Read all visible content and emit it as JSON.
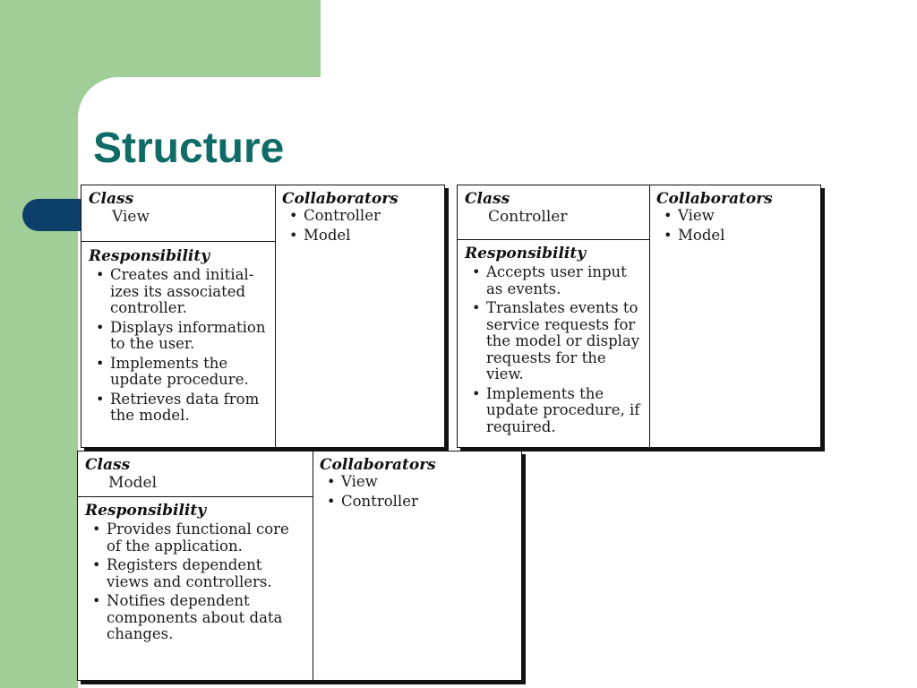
{
  "slide": {
    "title": "Structure"
  },
  "labels": {
    "class": "Class",
    "collaborators": "Collaborators",
    "responsibility": "Responsibility"
  },
  "cards": [
    {
      "class_name": "View",
      "collaborators": [
        "Controller",
        "Model"
      ],
      "responsibilities": [
        "Creates and initial-izes its associated controller.",
        "Displays information to the user.",
        "Implements the update procedure.",
        "Retrieves data from the model."
      ]
    },
    {
      "class_name": "Controller",
      "collaborators": [
        "View",
        "Model"
      ],
      "responsibilities": [
        "Accepts user input as events.",
        "Translates events to service requests for the model or display requests for the view.",
        "Implements the update procedure, if required."
      ]
    },
    {
      "class_name": "Model",
      "collaborators": [
        "View",
        "Controller"
      ],
      "responsibilities": [
        "Provides functional core of the application.",
        "Registers dependent views and controllers.",
        "Notifies dependent components about data changes."
      ]
    }
  ]
}
